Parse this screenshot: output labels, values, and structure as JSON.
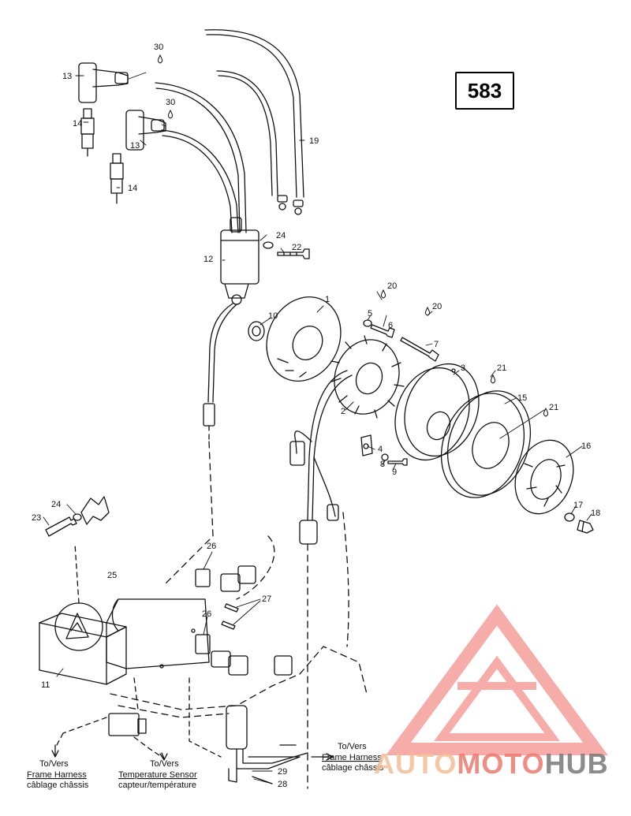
{
  "reference_number": "583",
  "parts": {
    "p1": "1",
    "p2": "2",
    "p3": "3",
    "p4": "4",
    "p5": "5",
    "p6": "6",
    "p7": "7",
    "p8": "8",
    "p9": "9",
    "p10": "10",
    "p11": "11",
    "p12": "12",
    "p13a": "13",
    "p13b": "13",
    "p14a": "14",
    "p14b": "14",
    "p15": "15",
    "p16": "16",
    "p17": "17",
    "p18": "18",
    "p19": "19",
    "p20a": "20",
    "p20b": "20",
    "p21a": "21",
    "p21b": "21",
    "p22": "22",
    "p23": "23",
    "p24a": "24",
    "p24b": "24",
    "p25": "25",
    "p26a": "26",
    "p26b": "26",
    "p27": "27",
    "p28": "28",
    "p29": "29",
    "p30a": "30",
    "p30b": "30"
  },
  "callouts": {
    "frame_harness_left": {
      "to": "To/Vers",
      "line1": "Frame Harness",
      "line2": "câblage châssis"
    },
    "temperature_sensor": {
      "to": "To/Vers",
      "line1": "Temperature Sensor",
      "line2": "capteur/température"
    },
    "frame_harness_right": {
      "to": "To/Vers",
      "line1": "Frame Harness",
      "line2": "câblage châssis"
    }
  },
  "watermark": {
    "part1": "AUTO",
    "part2": "MOTO",
    "part3": "HUB",
    "colors": {
      "auto": "#f2be96",
      "moto": "#ec786e",
      "hub": "#787878",
      "logo": "#ef6a64"
    }
  }
}
